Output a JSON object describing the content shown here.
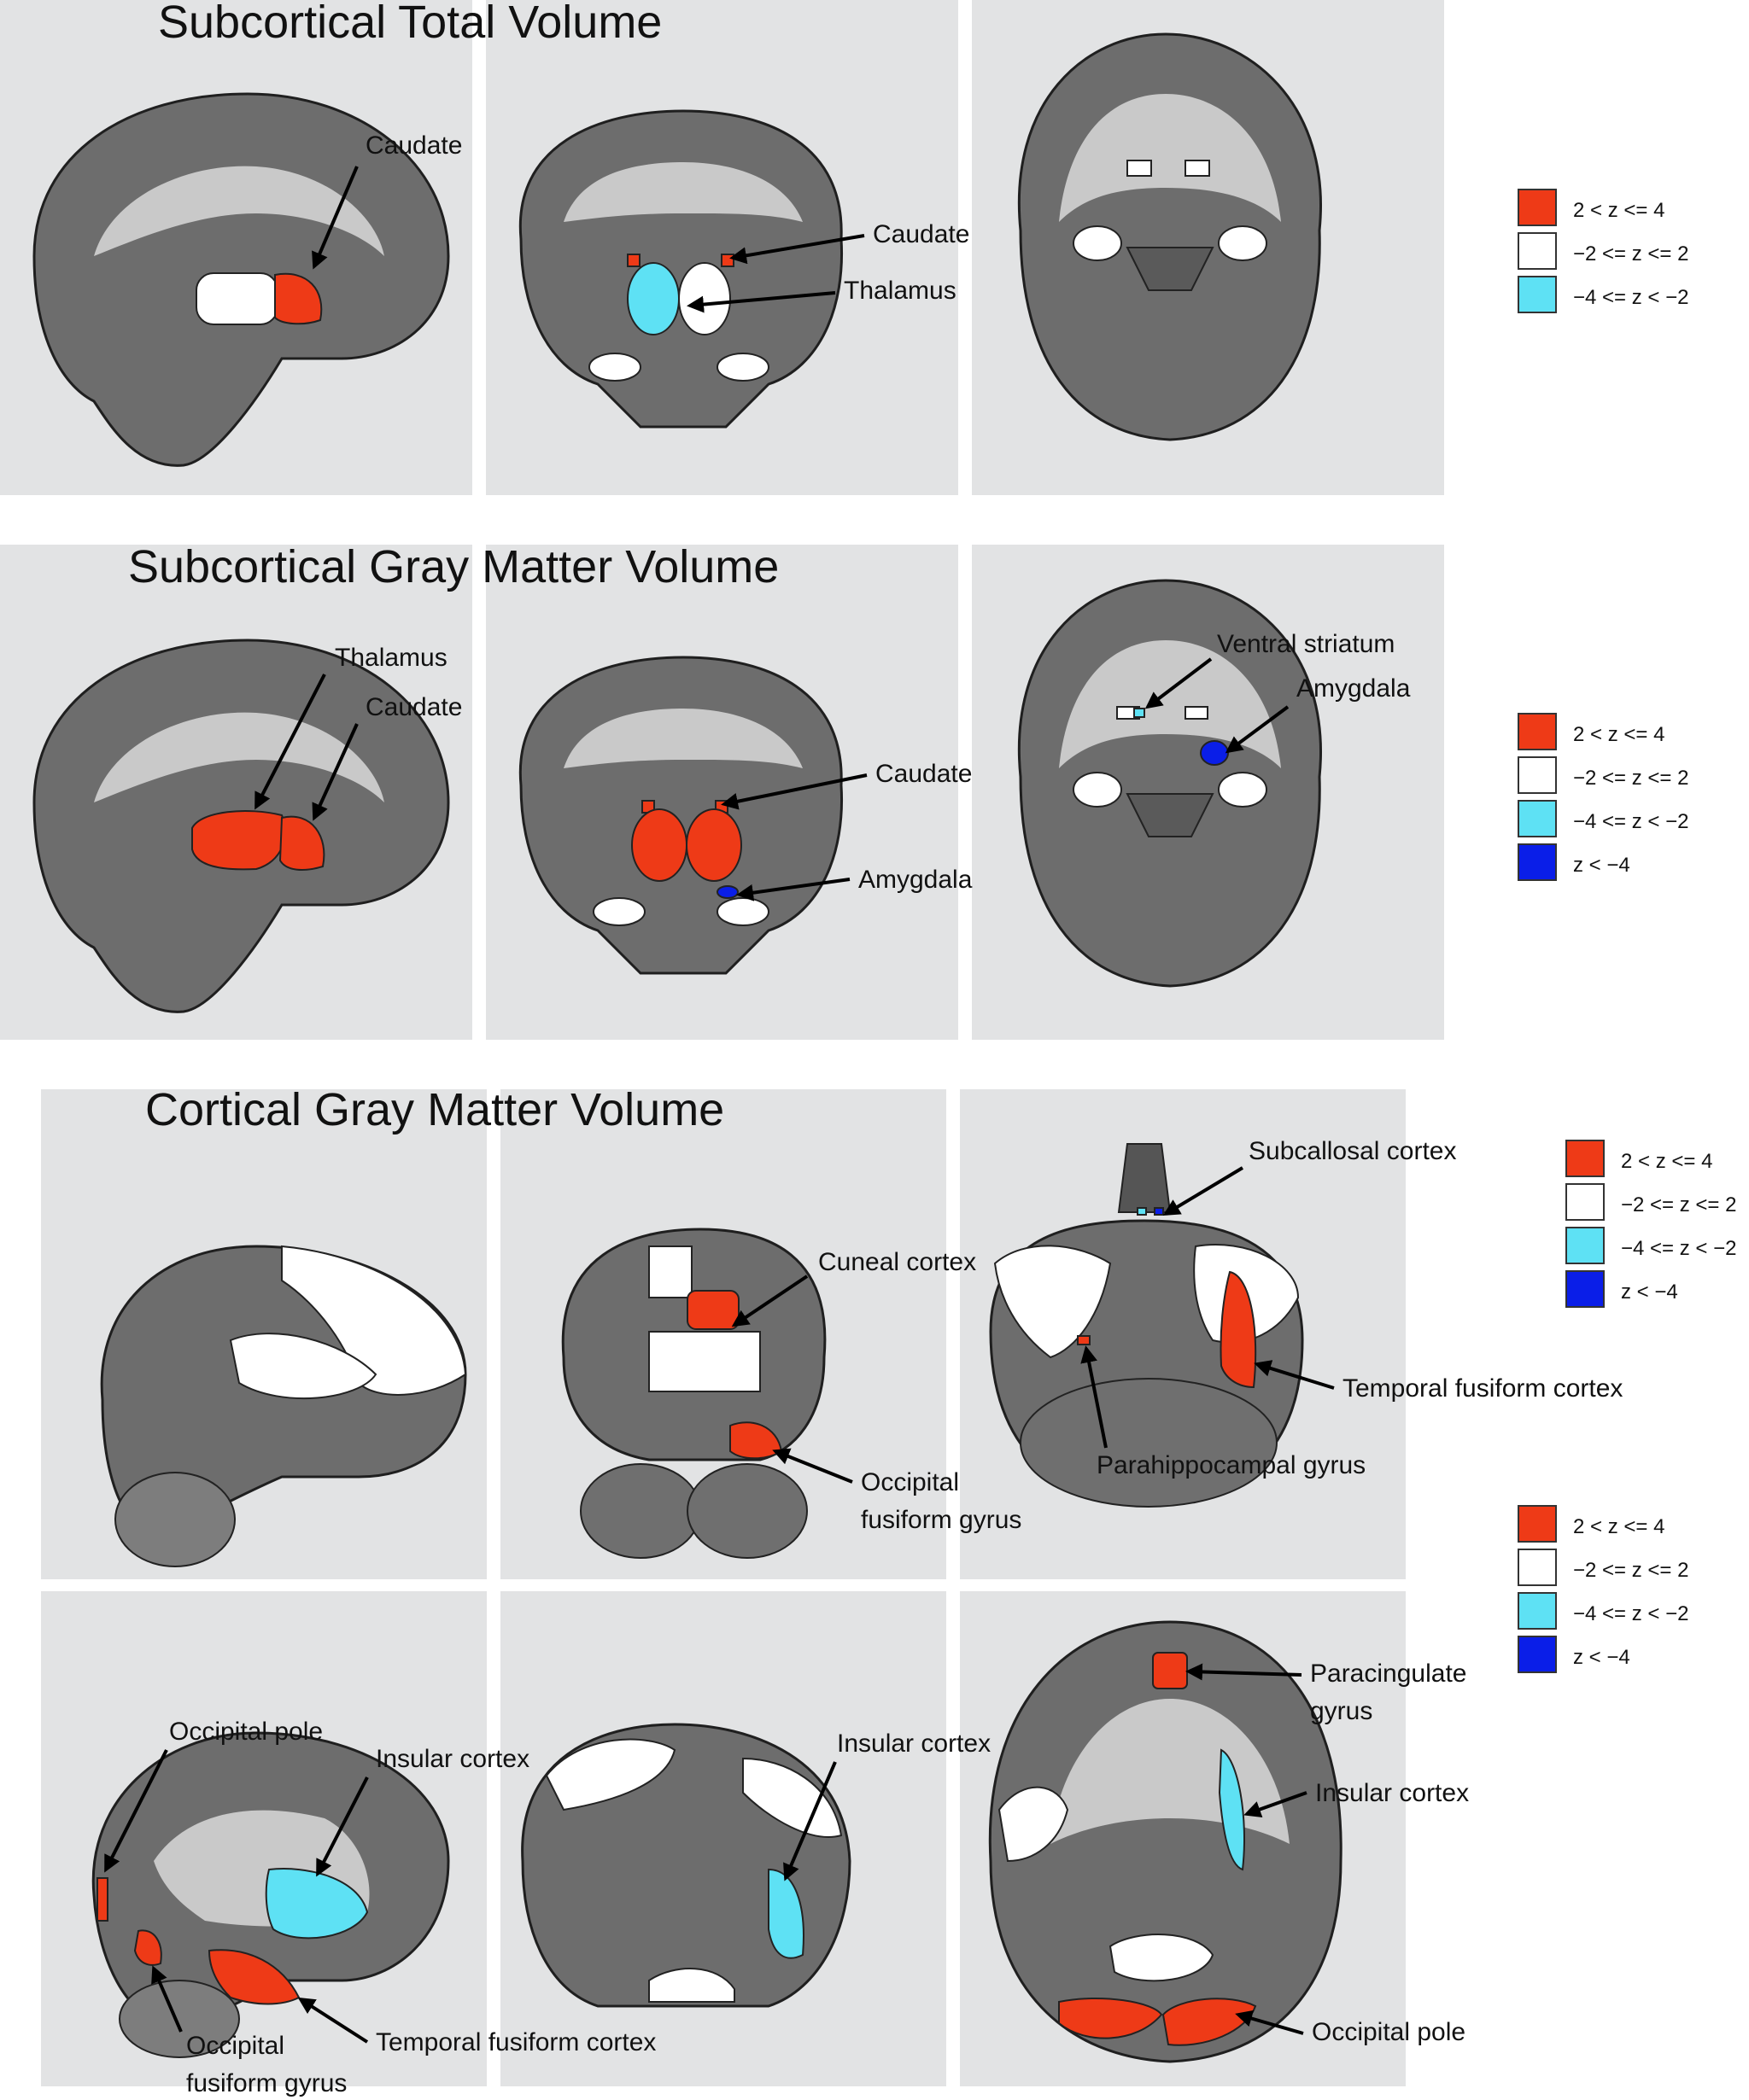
{
  "sections": [
    {
      "title": "Subcortical Total Volume"
    },
    {
      "title": "Subcortical Gray Matter Volume"
    },
    {
      "title": "Cortical Gray Matter Volume"
    }
  ],
  "labels": {
    "s1_sag_caudate": "Caudate",
    "s1_cor_caudate": "Caudate",
    "s1_cor_thalamus": "Thalamus",
    "s2_sag_thalamus": "Thalamus",
    "s2_sag_caudate": "Caudate",
    "s2_cor_caudate": "Caudate",
    "s2_cor_amygdala": "Amygdala",
    "s2_ax_ventral": "Ventral striatum",
    "s2_ax_amygdala": "Amygdala",
    "s3a_cor_cuneal": "Cuneal cortex",
    "s3a_cor_occ_fus_1": "Occipital",
    "s3a_cor_occ_fus_2": "fusiform gyrus",
    "s3a_ax_subcallosal": "Subcallosal cortex",
    "s3a_ax_temporal": "Temporal fusiform cortex",
    "s3a_ax_parahippo": "Parahippocampal gyrus",
    "s3b_sag_occ_pole": "Occipital pole",
    "s3b_sag_insular": "Insular cortex",
    "s3b_sag_occ_fus_1": "Occipital",
    "s3b_sag_occ_fus_2": "fusiform gyrus",
    "s3b_sag_temporal": "Temporal fusiform cortex",
    "s3b_cor_insular": "Insular cortex",
    "s3b_ax_paracing_1": "Paracingulate",
    "s3b_ax_paracing_2": "gyrus",
    "s3b_ax_insular": "Insular cortex",
    "s3b_ax_occ_pole": "Occipital pole"
  },
  "legends": {
    "three": [
      "2 < z <= 4",
      "−2 <= z <= 2",
      "−4 <= z < −2"
    ],
    "four": [
      "2 < z <= 4",
      "−2 <= z <= 2",
      "−4 <= z < −2",
      "z < −4"
    ],
    "four_truncated": [
      "2 < z <= 4",
      "−2 <= z <= 2",
      "−4 <= z < −2",
      "z < −4"
    ]
  },
  "colors": {
    "red": "#ee3a17",
    "white": "#ffffff",
    "cyan": "#5ee1f4",
    "blue": "#0a1ee8",
    "panel": "#e2e3e4"
  }
}
